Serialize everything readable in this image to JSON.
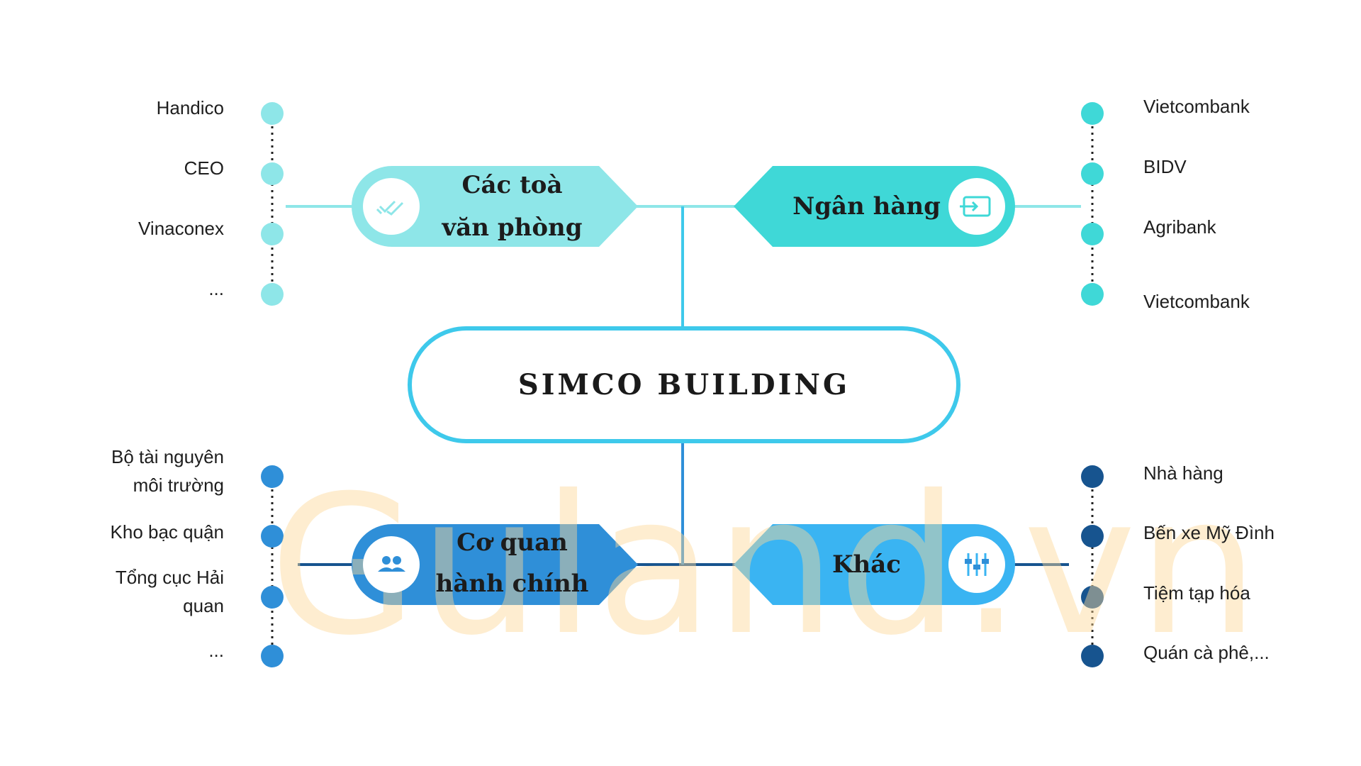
{
  "center": {
    "title": "SIMCO BUILDING"
  },
  "branches": {
    "offices": {
      "title_lines": [
        "Các toà",
        "văn phòng"
      ],
      "icon": "double-check-icon",
      "color": "#8ee6e8",
      "items": [
        "Handico",
        "CEO",
        "Vinaconex",
        "..."
      ]
    },
    "banks": {
      "title": "Ngân hàng",
      "icon": "login-arrow-icon",
      "color": "#3fd8d7",
      "items": [
        "Vietcombank",
        "BIDV",
        "Agribank",
        "Vietcombank"
      ]
    },
    "government": {
      "title_lines": [
        "Cơ quan",
        "hành chính"
      ],
      "icon": "people-icon",
      "color": "#2f8fd8",
      "items": [
        [
          "Bộ tài nguyên",
          "môi trường"
        ],
        [
          "Kho bạc quận"
        ],
        [
          "Tổng cục Hải",
          "quan"
        ],
        [
          "..."
        ]
      ]
    },
    "other": {
      "title": "Khác",
      "icon": "sliders-icon",
      "color": "#3ab4f2",
      "items": [
        "Nhà hàng",
        "Bến xe Mỹ Đình",
        "Tiệm tạp hóa",
        "Quán cà phê,..."
      ]
    }
  },
  "colors": {
    "center_border": "#3ec9eb",
    "dot_offices": "#8ee6e8",
    "dot_banks": "#3fd8d7",
    "dot_government": "#2f8fd8",
    "dot_other": "#17548f"
  },
  "watermark": "Guland.vn"
}
